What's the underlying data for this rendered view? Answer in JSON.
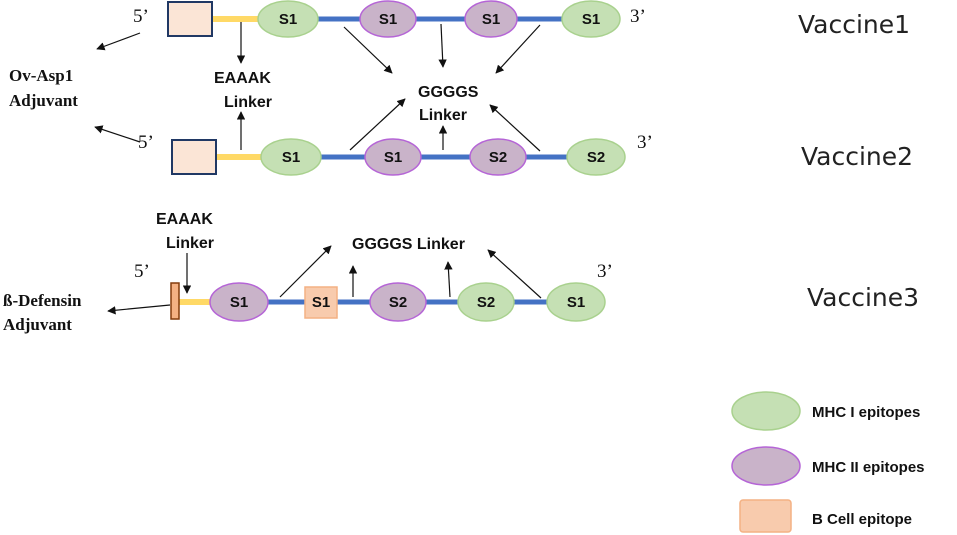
{
  "colors": {
    "mhc1_fill": "#c5e0b4",
    "mhc1_stroke": "#a9d18e",
    "mhc2_fill": "#c9b3c9",
    "mhc2_stroke": "#b565d6",
    "bcell_fill": "#f8cbad",
    "bcell_stroke": "#f4b183",
    "linker_blue": "#4472c4",
    "linker_yellow": "#ffd966",
    "adjuvant_fill": "#fbe5d6",
    "adjuvant_stroke": "#203864",
    "defensin_fill": "#f4b183",
    "defensin_stroke": "#843c0c"
  },
  "vaccines": [
    {
      "name": "Vaccine1",
      "five_prime": "5’",
      "three_prime": "3’",
      "epitopes": [
        {
          "label": "S1",
          "type": "mhc1"
        },
        {
          "label": "S1",
          "type": "mhc2"
        },
        {
          "label": "S1",
          "type": "mhc2"
        },
        {
          "label": "S1",
          "type": "mhc1"
        }
      ]
    },
    {
      "name": "Vaccine2",
      "five_prime": "5’",
      "three_prime": "3’",
      "epitopes": [
        {
          "label": "S1",
          "type": "mhc1"
        },
        {
          "label": "S1",
          "type": "mhc2"
        },
        {
          "label": "S2",
          "type": "mhc2"
        },
        {
          "label": "S2",
          "type": "mhc1"
        }
      ]
    },
    {
      "name": "Vaccine3",
      "five_prime": "5’",
      "three_prime": "3’",
      "epitopes": [
        {
          "label": "S1",
          "type": "mhc2"
        },
        {
          "label": "S1",
          "type": "bcell"
        },
        {
          "label": "S2",
          "type": "mhc2"
        },
        {
          "label": "S2",
          "type": "mhc1"
        },
        {
          "label": "S1",
          "type": "mhc1"
        }
      ]
    }
  ],
  "labels": {
    "adjuvant1_line1": "Ov-Asp1",
    "adjuvant1_line2": "Adjuvant",
    "eaaak1_line1": "EAAAK",
    "eaaak1_line2": "Linker",
    "ggggs1_line1": "GGGGS",
    "ggggs1_line2": "Linker",
    "eaaak3_line1": "EAAAK",
    "eaaak3_line2": "Linker",
    "ggggs3": "GGGGS Linker",
    "adjuvant3_line1": "ß-Defensin",
    "adjuvant3_line2": "Adjuvant"
  },
  "legend": [
    {
      "label": "MHC I epitopes",
      "type": "mhc1"
    },
    {
      "label": "MHC II epitopes",
      "type": "mhc2"
    },
    {
      "label": "B Cell epitope",
      "type": "bcell"
    }
  ]
}
